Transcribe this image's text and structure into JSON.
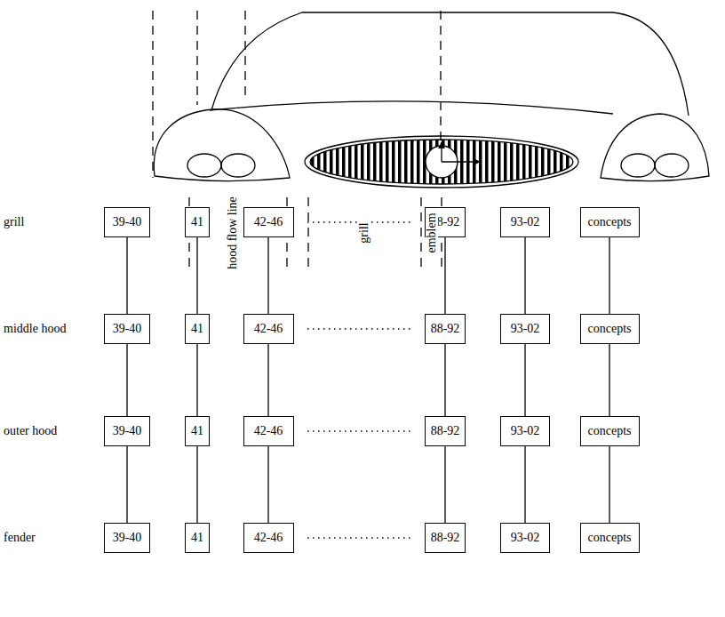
{
  "diagram": {
    "nodes": [
      {
        "text": [
          "39-40"
        ]
      },
      {
        "text": [
          "41"
        ]
      },
      {
        "text": [
          "42-46"
        ]
      },
      {
        "text": [
          "88-92"
        ]
      },
      {
        "text": [
          "93-02"
        ]
      },
      {
        "text": [
          "concepts"
        ]
      },
      {
        "text": [
          "39-40"
        ]
      },
      {
        "text": [
          "41"
        ]
      },
      {
        "text": [
          "42-46"
        ]
      },
      {
        "text": [
          "88-92"
        ]
      },
      {
        "text": [
          "93-02"
        ]
      },
      {
        "text": [
          "concepts"
        ]
      },
      {
        "text": [
          "39-40"
        ]
      },
      {
        "text": [
          "41"
        ]
      },
      {
        "text": [
          "42-46"
        ]
      },
      {
        "text": [
          "88-92"
        ]
      },
      {
        "text": [
          "93-02"
        ]
      },
      {
        "text": [
          "concepts"
        ]
      },
      {
        "text": [
          "39-40"
        ]
      },
      {
        "text": [
          "41"
        ]
      },
      {
        "text": [
          "42-46"
        ]
      },
      {
        "text": [
          "88-92"
        ]
      },
      {
        "text": [
          "93-02"
        ]
      },
      {
        "text": [
          "concepts"
        ]
      }
    ],
    "edges": [
      {
        "from": 0,
        "to": 6,
        "arrow": "none"
      },
      {
        "from": 1,
        "to": 7,
        "arrow": "none"
      },
      {
        "from": 2,
        "to": 8,
        "arrow": "none"
      },
      {
        "from": 3,
        "to": 9,
        "arrow": "none"
      },
      {
        "from": 4,
        "to": 10,
        "arrow": "none"
      },
      {
        "from": 5,
        "to": 11,
        "arrow": "none"
      },
      {
        "from": 6,
        "to": 12,
        "arrow": "none"
      },
      {
        "from": 7,
        "to": 13,
        "arrow": "none"
      },
      {
        "from": 8,
        "to": 14,
        "arrow": "none"
      },
      {
        "from": 9,
        "to": 15,
        "arrow": "none"
      },
      {
        "from": 10,
        "to": 16,
        "arrow": "none"
      },
      {
        "from": 11,
        "to": 17,
        "arrow": "none"
      },
      {
        "from": 12,
        "to": 18,
        "arrow": "none"
      },
      {
        "from": 13,
        "to": 19,
        "arrow": "none"
      },
      {
        "from": 14,
        "to": 20,
        "arrow": "none"
      },
      {
        "from": 15,
        "to": 21,
        "arrow": "none"
      },
      {
        "from": 16,
        "to": 22,
        "arrow": "none"
      },
      {
        "from": 17,
        "to": 23,
        "arrow": "none"
      }
    ],
    "labels": [
      "hood flow line",
      "grill",
      "emblem",
      "grill",
      "middle hood",
      "outer hood",
      "fender"
    ]
  }
}
